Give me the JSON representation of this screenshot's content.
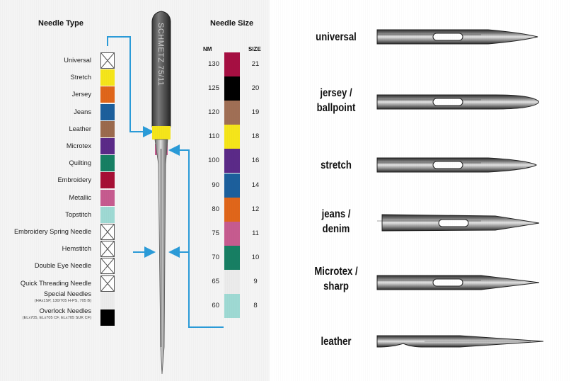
{
  "left_chart": {
    "needle_type_heading": "Needle Type",
    "needle_size_heading": "Needle Size",
    "nm_header": "NM",
    "size_header": "SIZE",
    "brand_text": "SCHMETZ 75/11",
    "needle_types": [
      {
        "label": "Universal",
        "sub": "",
        "color": "crossed"
      },
      {
        "label": "Stretch",
        "sub": "",
        "color": "#f5e51a"
      },
      {
        "label": "Jersey",
        "sub": "",
        "color": "#e0661a"
      },
      {
        "label": "Jeans",
        "sub": "",
        "color": "#1c5f9c"
      },
      {
        "label": "Leather",
        "sub": "",
        "color": "#9b6a4d"
      },
      {
        "label": "Microtex",
        "sub": "",
        "color": "#5b2a88"
      },
      {
        "label": "Quilting",
        "sub": "",
        "color": "#177f63"
      },
      {
        "label": "Embroidery",
        "sub": "",
        "color": "#a60f35"
      },
      {
        "label": "Metallic",
        "sub": "",
        "color": "#c65b8f"
      },
      {
        "label": "Topstitch",
        "sub": "",
        "color": "#9ed9d3"
      },
      {
        "label": "Embroidery Spring Needle",
        "sub": "",
        "color": "crossed"
      },
      {
        "label": "Hemstitch",
        "sub": "",
        "color": "crossed"
      },
      {
        "label": "Double Eye Needle",
        "sub": "",
        "color": "crossed"
      },
      {
        "label": "Quick Threading Needle",
        "sub": "",
        "color": "crossed"
      },
      {
        "label": "Special Needles",
        "sub": "(HAx1SP, 130/705 H-PS, 705 B)",
        "color": "#ebebeb"
      },
      {
        "label": "Overlock Needles",
        "sub": "(ELx705, ELx705 CF, ELx705 SUK CF)",
        "color": "#000000"
      }
    ],
    "needle_sizes": [
      {
        "nm": "130",
        "size": "21",
        "color": "#a60f42"
      },
      {
        "nm": "125",
        "size": "20",
        "color": "#000000"
      },
      {
        "nm": "120",
        "size": "19",
        "color": "#a06f55"
      },
      {
        "nm": "110",
        "size": "18",
        "color": "#f5e51a"
      },
      {
        "nm": "100",
        "size": "16",
        "color": "#5b2a88"
      },
      {
        "nm": "90",
        "size": "14",
        "color": "#1c5f9c"
      },
      {
        "nm": "80",
        "size": "12",
        "color": "#e0661a"
      },
      {
        "nm": "75",
        "size": "11",
        "color": "#c65b8f"
      },
      {
        "nm": "70",
        "size": "10",
        "color": "#177f63"
      },
      {
        "nm": "65",
        "size": "9",
        "color": "#ebebeb"
      },
      {
        "nm": "60",
        "size": "8",
        "color": "#9ed9d3"
      }
    ],
    "arrow_color": "#2b9bd8"
  },
  "needle_points": [
    {
      "label_line1": "universal",
      "label_line2": "",
      "tip": "medium"
    },
    {
      "label_line1": "jersey /",
      "label_line2": "ballpoint",
      "tip": "round"
    },
    {
      "label_line1": "stretch",
      "label_line2": "",
      "tip": "medium-round"
    },
    {
      "label_line1": "jeans /",
      "label_line2": "denim",
      "tip": "sharp"
    },
    {
      "label_line1": "Microtex /",
      "label_line2": "sharp",
      "tip": "very-sharp"
    },
    {
      "label_line1": "leather",
      "label_line2": "",
      "tip": "wedge"
    }
  ]
}
